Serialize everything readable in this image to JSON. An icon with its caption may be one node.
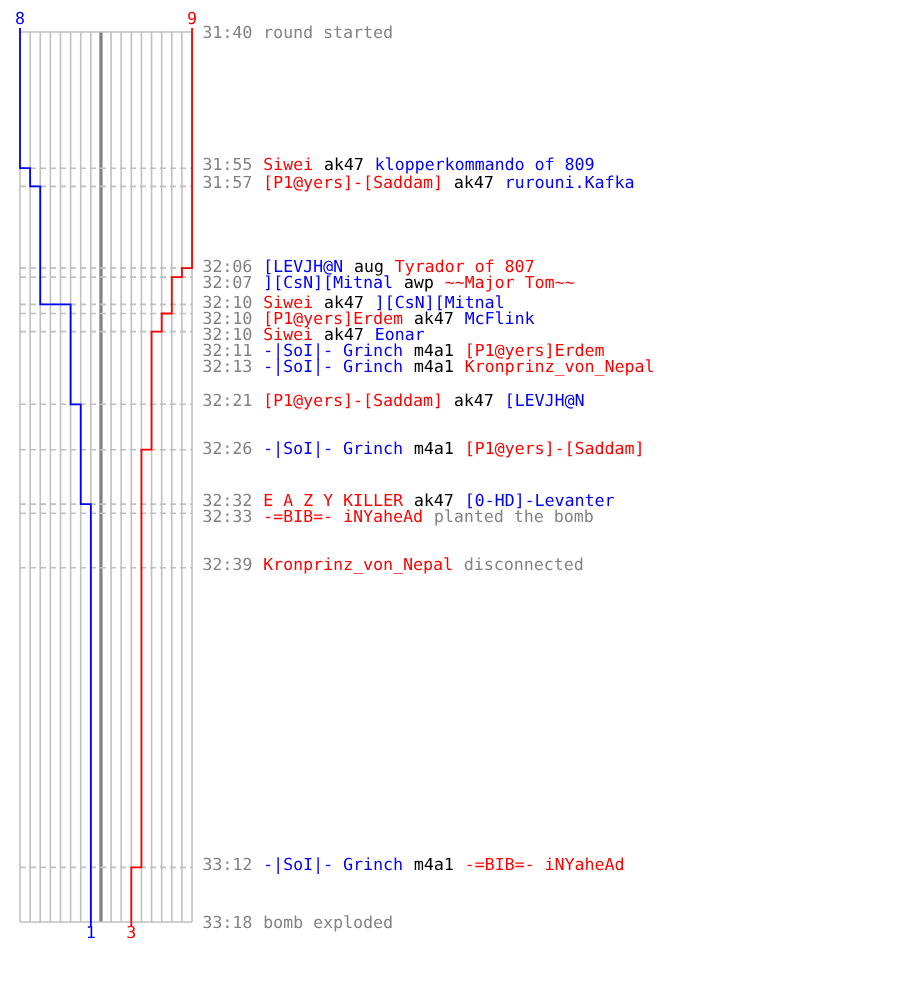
{
  "diagram": {
    "labels": [
      "8",
      "9",
      "31:40",
      "round started",
      "31:55",
      "Siwei",
      "ak47",
      "klopperkommando of 809",
      "31:57",
      "[P1@yers]-[Saddam]",
      "ak47",
      "rurouni.Kafka",
      "32:06",
      "[LEVJH@N",
      "aug",
      "Tyrador of 807",
      "32:07",
      "][CsN][Mitnal",
      "awp",
      "~~Major Tom~~",
      "32:10",
      "Siwei",
      "ak47",
      "][CsN][Mitnal",
      "32:10",
      "[P1@yers]Erdem",
      "ak47",
      "McFlink",
      "32:10",
      "Siwei",
      "ak47",
      "Eonar",
      "32:11",
      "-|SoI|- Grinch",
      "m4a1",
      "[P1@yers]Erdem",
      "32:13",
      "-|SoI|- Grinch",
      "m4a1",
      "Kronprinz_von_Nepal",
      "32:21",
      "[P1@yers]-[Saddam]",
      "ak47",
      "[LEVJH@N",
      "32:26",
      "-|SoI|- Grinch",
      "m4a1",
      "[P1@yers]-[Saddam]",
      "32:32",
      "E A Z Y KILLER",
      "ak47",
      "[0-HD]-Levanter",
      "32:33",
      "-=BIB=- iNYaheAd",
      "planted the bomb",
      "32:39",
      "Kronprinz_von_Nepal",
      "disconnected",
      "33:12",
      "-|SoI|- Grinch",
      "m4a1",
      "-=BIB=- iNYaheAd",
      "1",
      "3",
      "33:18",
      "bomb exploded"
    ]
  }
}
